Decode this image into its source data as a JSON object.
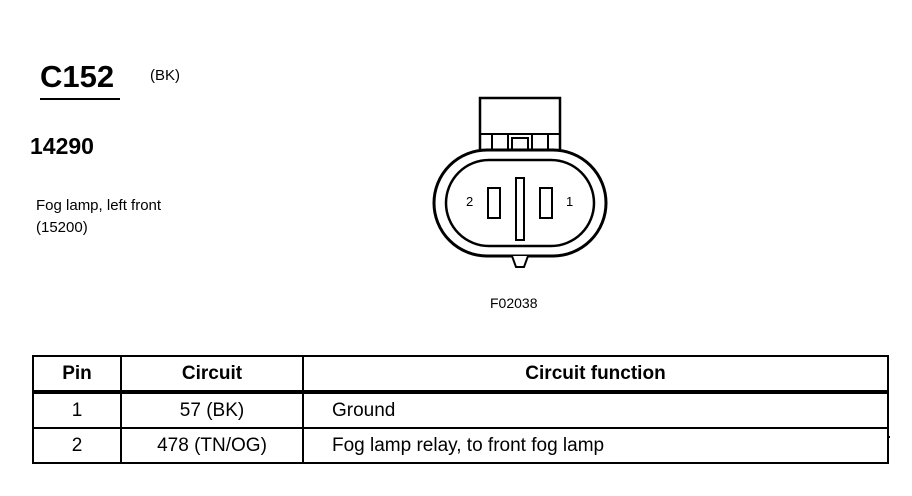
{
  "header": {
    "connector_id": "C152",
    "connector_color": "(BK)",
    "part_number": "14290",
    "component_name": "Fog lamp, left front",
    "component_code": "(15200)"
  },
  "diagram": {
    "pin_left_label": "2",
    "pin_right_label": "1",
    "figure_code": "F02038"
  },
  "table": {
    "headers": {
      "pin": "Pin",
      "circuit": "Circuit",
      "function": "Circuit function"
    },
    "rows": [
      {
        "pin": "1",
        "circuit": "57 (BK)",
        "function": "Ground"
      },
      {
        "pin": "2",
        "circuit": "478 (TN/OG)",
        "function": "Fog lamp relay, to front fog lamp"
      }
    ]
  }
}
